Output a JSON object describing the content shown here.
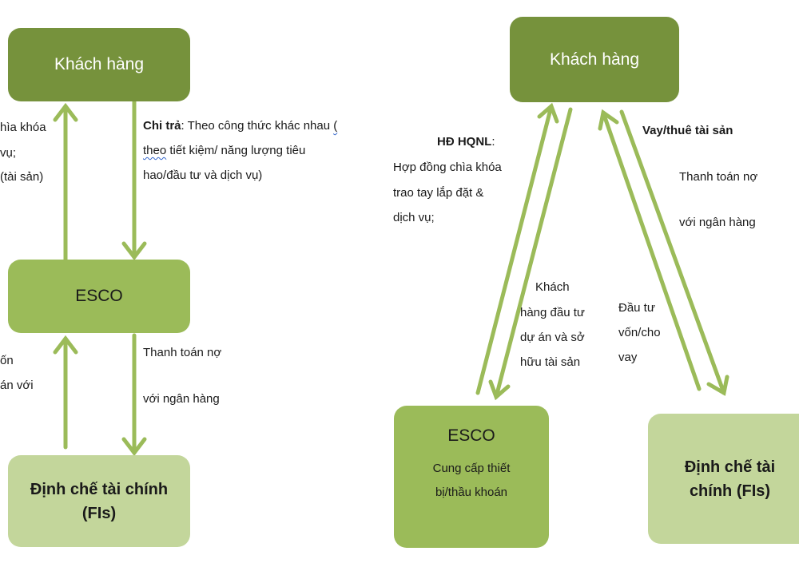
{
  "colors": {
    "dark_green": "#76923c",
    "mid_green": "#9bbb59",
    "light_green": "#c3d69b",
    "arrow": "#9bbb59"
  },
  "left": {
    "customer_title": "Khách hàng",
    "esco_title": "ESCO",
    "fi_title": "Định chế tài chính (FIs)",
    "left_cut_top": [
      "hìa khóa",
      "vụ;",
      "(tài sản)"
    ],
    "left_cut_bottom": [
      "ốn",
      "án với"
    ],
    "payment": {
      "bold": "Chi trả",
      "line1": ": Theo công thức khác nhau ",
      "line1_underlined": "(",
      "line2_underlined": "theo",
      "line2": " tiết kiệm/ năng lượng tiêu",
      "line3": "hao/đầu tư và dịch vụ)"
    },
    "debt": [
      "Thanh toán nợ",
      "với ngân hàng"
    ]
  },
  "right": {
    "customer_title": "Khách hàng",
    "esco_title": "ESCO",
    "esco_sub": [
      "Cung cấp thiết",
      "bị/thầu khoán"
    ],
    "fi_title": "Định chế tài chính (FIs)",
    "contract": {
      "heading": "HĐ HQNL",
      "colon": ":",
      "lines": [
        "Hợp đồng chìa khóa",
        "trao tay lắp đặt &",
        "dịch vụ;"
      ]
    },
    "customer_invests": [
      "Khách",
      "hàng đầu tư",
      "dự án và sở",
      "hữu tài sản"
    ],
    "loan_label": "Vay/thuê tài sản",
    "debt": [
      "Thanh toán nợ",
      "với ngân hàng"
    ],
    "invest": [
      "Đầu tư",
      "vốn/cho",
      "vay"
    ]
  }
}
